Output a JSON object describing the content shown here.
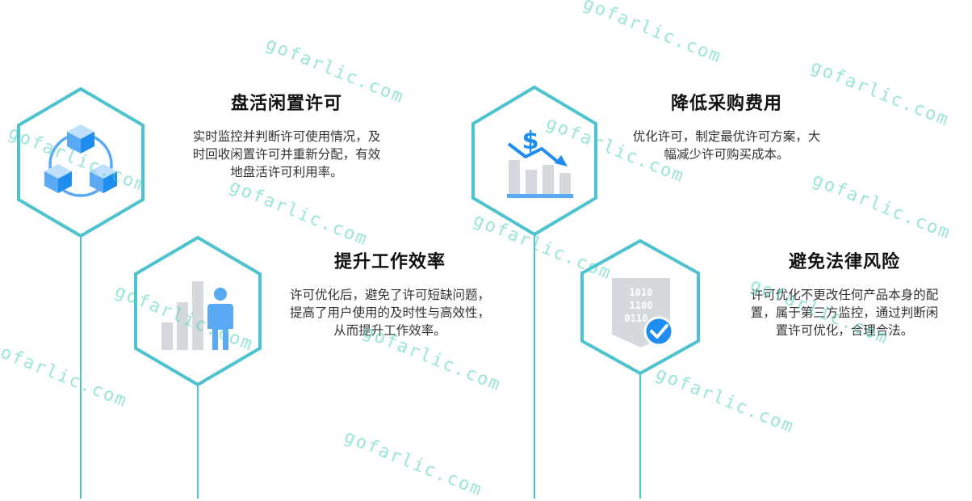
{
  "features": [
    {
      "title": "盘活闲置许可",
      "lines": [
        "实时监控并判断许可使用情况，及",
        "时回收闲置许可并重新分配，有效",
        "地盘活许可利用率。"
      ],
      "icon": "cubes-network-icon"
    },
    {
      "title": "提升工作效率",
      "lines": [
        "许可优化后，避免了许可短缺问题，",
        "提高了用户使用的及时性与高效性，",
        "从而提升工作效率。"
      ],
      "icon": "bar-chart-person-icon"
    },
    {
      "title": "降低采购费用",
      "lines": [
        "优化许可，制定最优许可方案，大",
        "幅减少许可购买成本。"
      ],
      "icon": "cost-decrease-chart-icon",
      "icon_symbol": "$"
    },
    {
      "title": "避免法律风险",
      "lines": [
        "许可优化不更改任何产品本身的配",
        "置，属于第三方监控，通过判断闲",
        "置许可优化，合理合法。"
      ],
      "icon": "binary-document-check-icon",
      "icon_code_lines": [
        "1010",
        "1100",
        "0110"
      ]
    }
  ],
  "colors": {
    "hex_border": "#4cc3cf",
    "accent_blue": "#1f8cf0",
    "light_blue": "#5aa9f5",
    "gray": "#d5d8dd"
  },
  "watermark": "gofarlic.com"
}
